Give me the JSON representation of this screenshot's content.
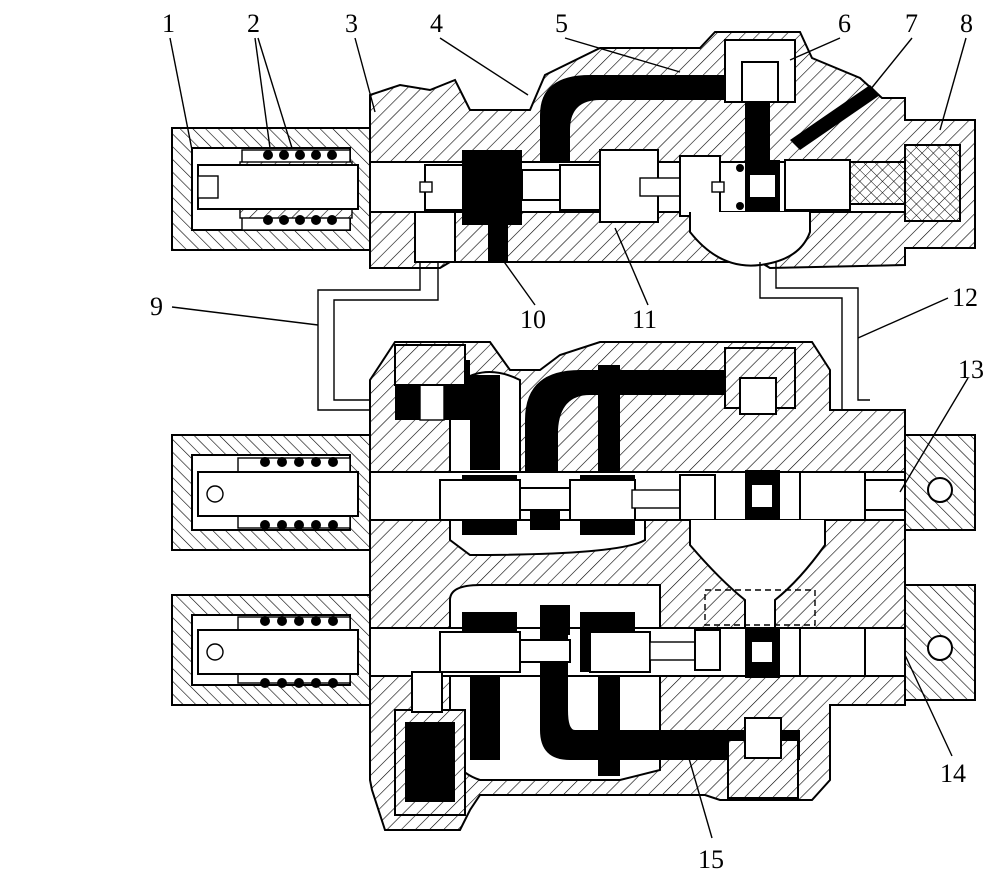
{
  "colors": {
    "ink": "#000000",
    "paper": "#ffffff"
  },
  "callouts": [
    {
      "id": "c1",
      "text": "1"
    },
    {
      "id": "c2",
      "text": "2"
    },
    {
      "id": "c3",
      "text": "3"
    },
    {
      "id": "c4",
      "text": "4"
    },
    {
      "id": "c5",
      "text": "5"
    },
    {
      "id": "c6",
      "text": "6"
    },
    {
      "id": "c7",
      "text": "7"
    },
    {
      "id": "c8",
      "text": "8"
    },
    {
      "id": "c9",
      "text": "9"
    },
    {
      "id": "c10",
      "text": "10"
    },
    {
      "id": "c11",
      "text": "11"
    },
    {
      "id": "c12",
      "text": "12"
    },
    {
      "id": "c13",
      "text": "13"
    },
    {
      "id": "c14",
      "text": "14"
    },
    {
      "id": "c15",
      "text": "15"
    }
  ]
}
